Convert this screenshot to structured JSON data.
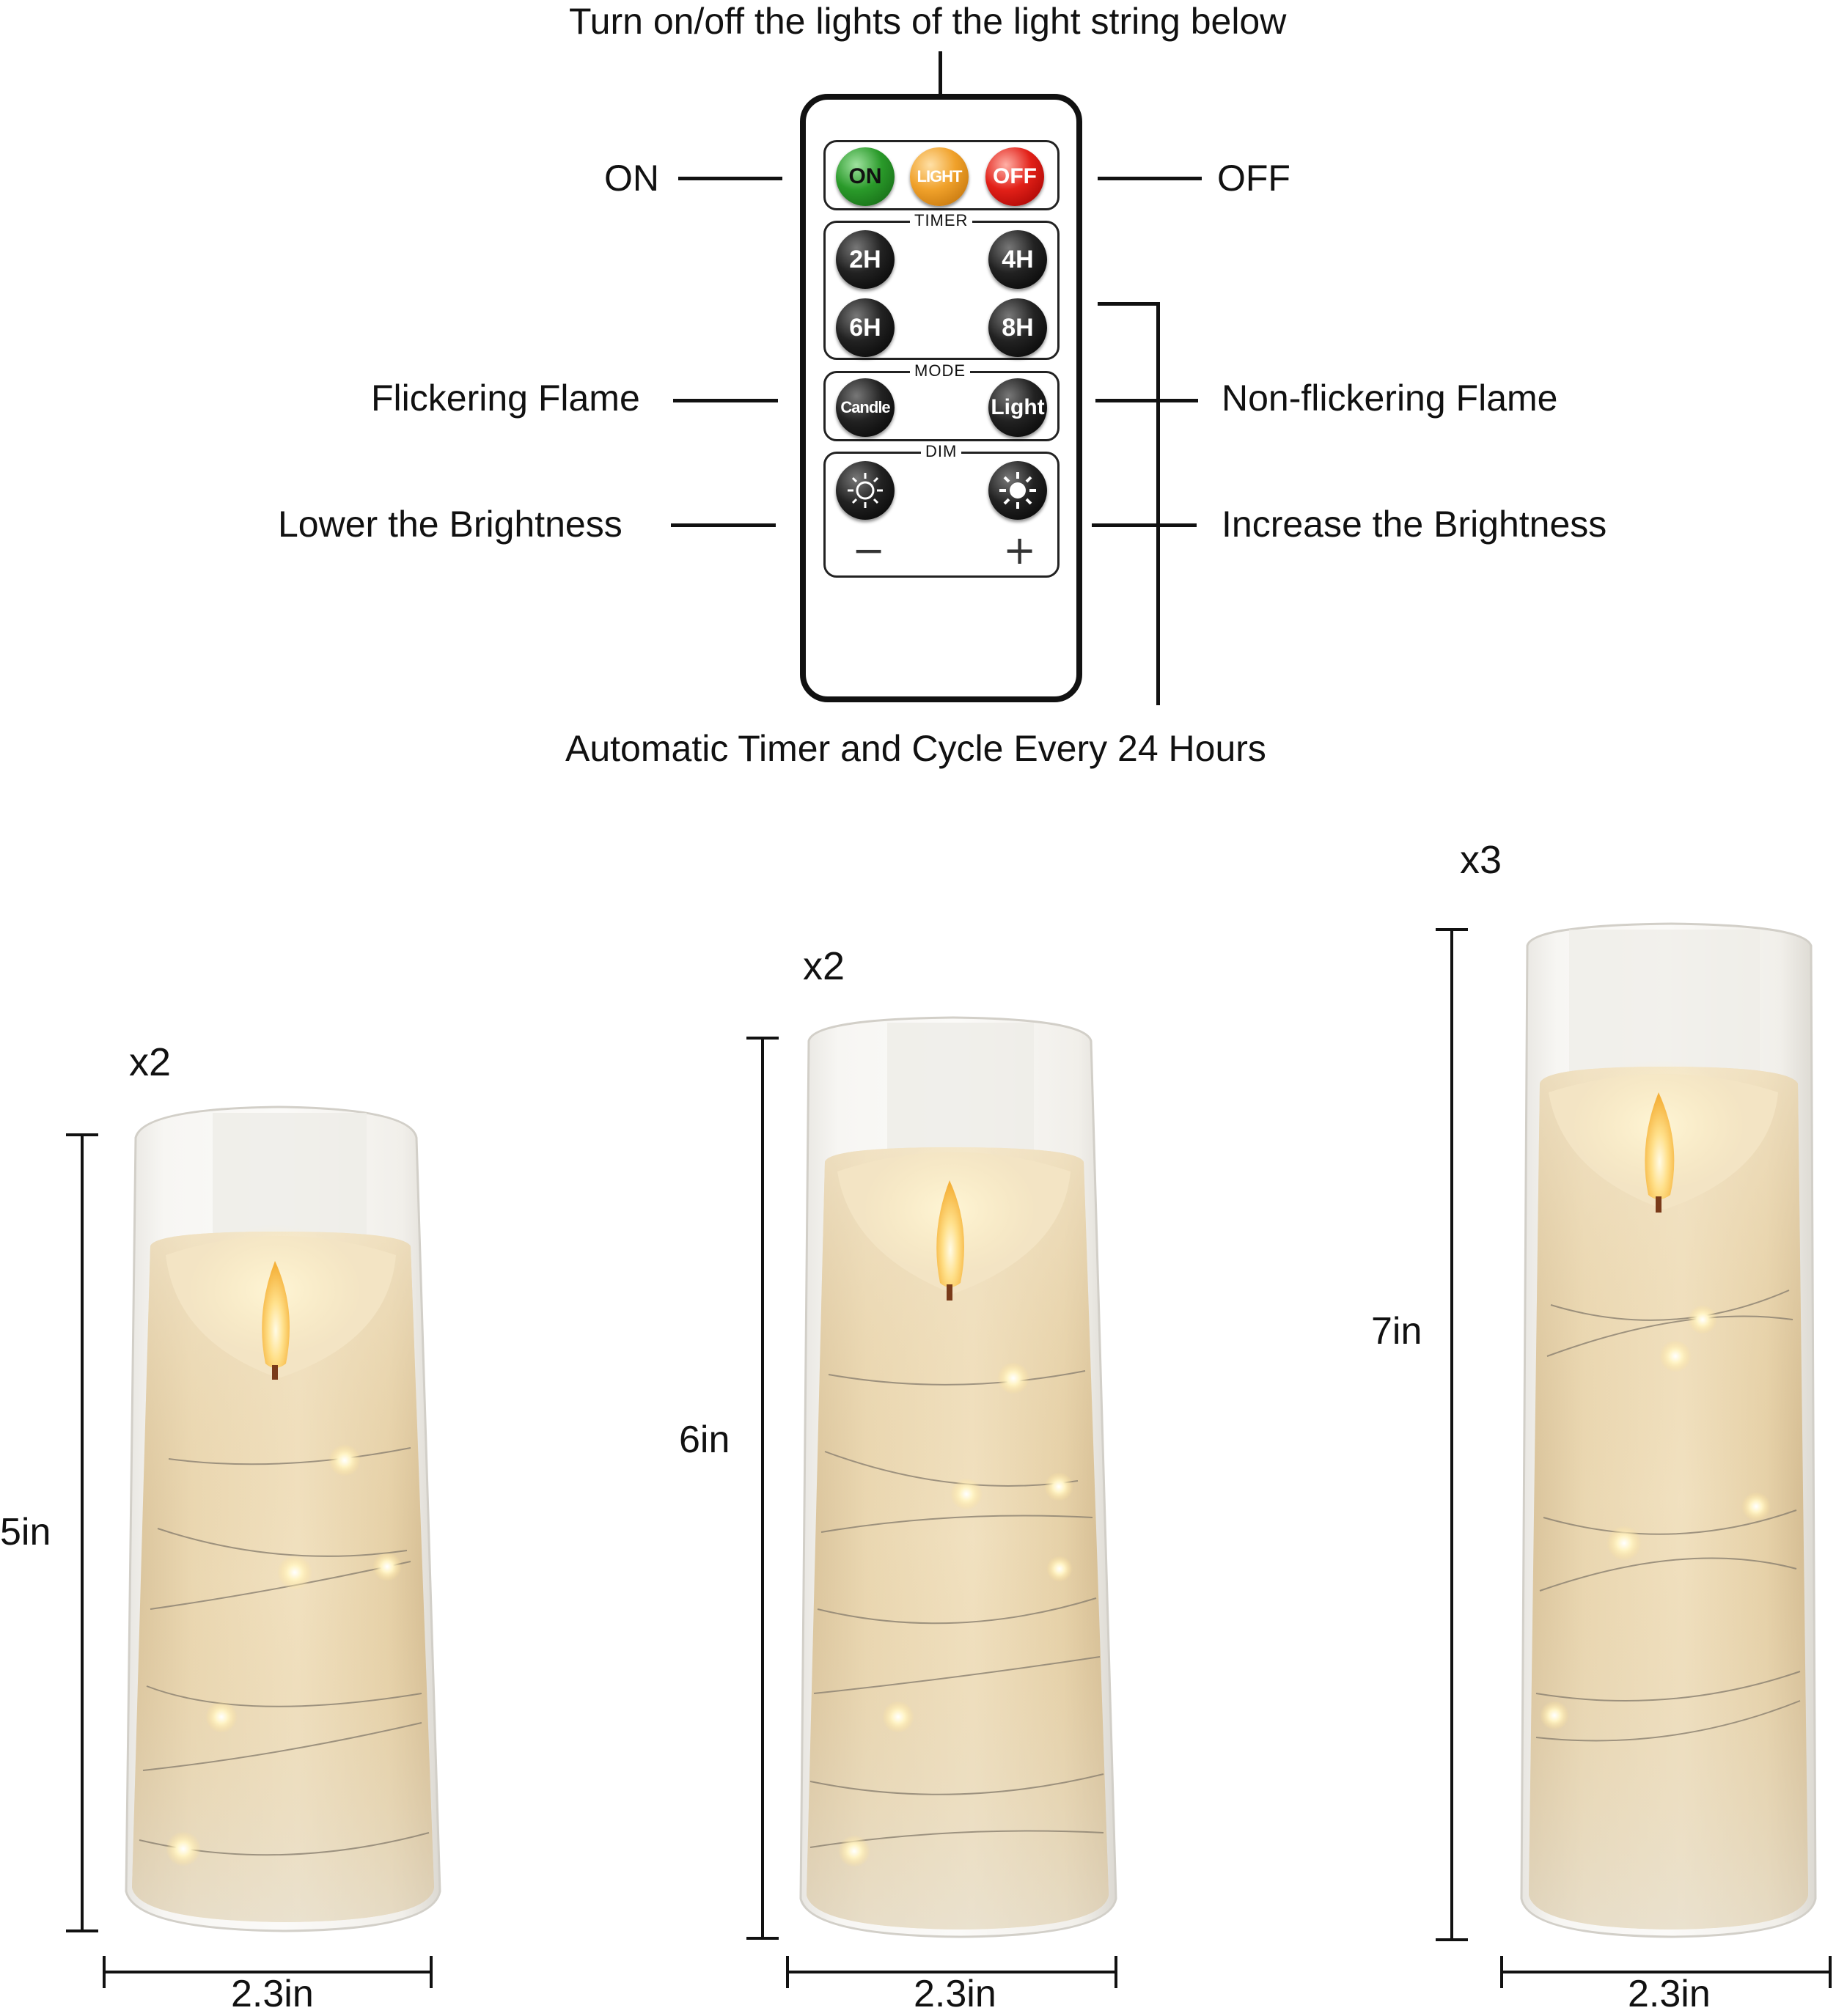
{
  "top_caption": "Turn on/off the lights of the light string below",
  "bottom_caption": "Automatic Timer and Cycle Every 24 Hours",
  "callouts": {
    "on": "ON",
    "off": "OFF",
    "flickering": "Flickering Flame",
    "non_flickering": "Non-flickering Flame",
    "lower": "Lower the Brightness",
    "increase": "Increase the Brightness"
  },
  "remote": {
    "top_buttons": {
      "on": "ON",
      "light": "LIGHT",
      "off": "OFF"
    },
    "timer": {
      "title": "TIMER",
      "b2h": "2H",
      "b4h": "4H",
      "b6h": "6H",
      "b8h": "8H"
    },
    "mode": {
      "title": "MODE",
      "candle": "Candle",
      "light": "Light"
    },
    "dim": {
      "title": "DIM",
      "minus": "−",
      "plus": "+"
    }
  },
  "candles": [
    {
      "qty": "x2",
      "height": "5in",
      "width": "2.3in"
    },
    {
      "qty": "x2",
      "height": "6in",
      "width": "2.3in"
    },
    {
      "qty": "x3",
      "height": "7in",
      "width": "2.3in"
    }
  ],
  "colors": {
    "on_button": "#2a9a2a",
    "light_button": "#f0a12a",
    "off_button": "#e22018",
    "wax": "#e9d7b3",
    "flame": "#ffcf55"
  }
}
